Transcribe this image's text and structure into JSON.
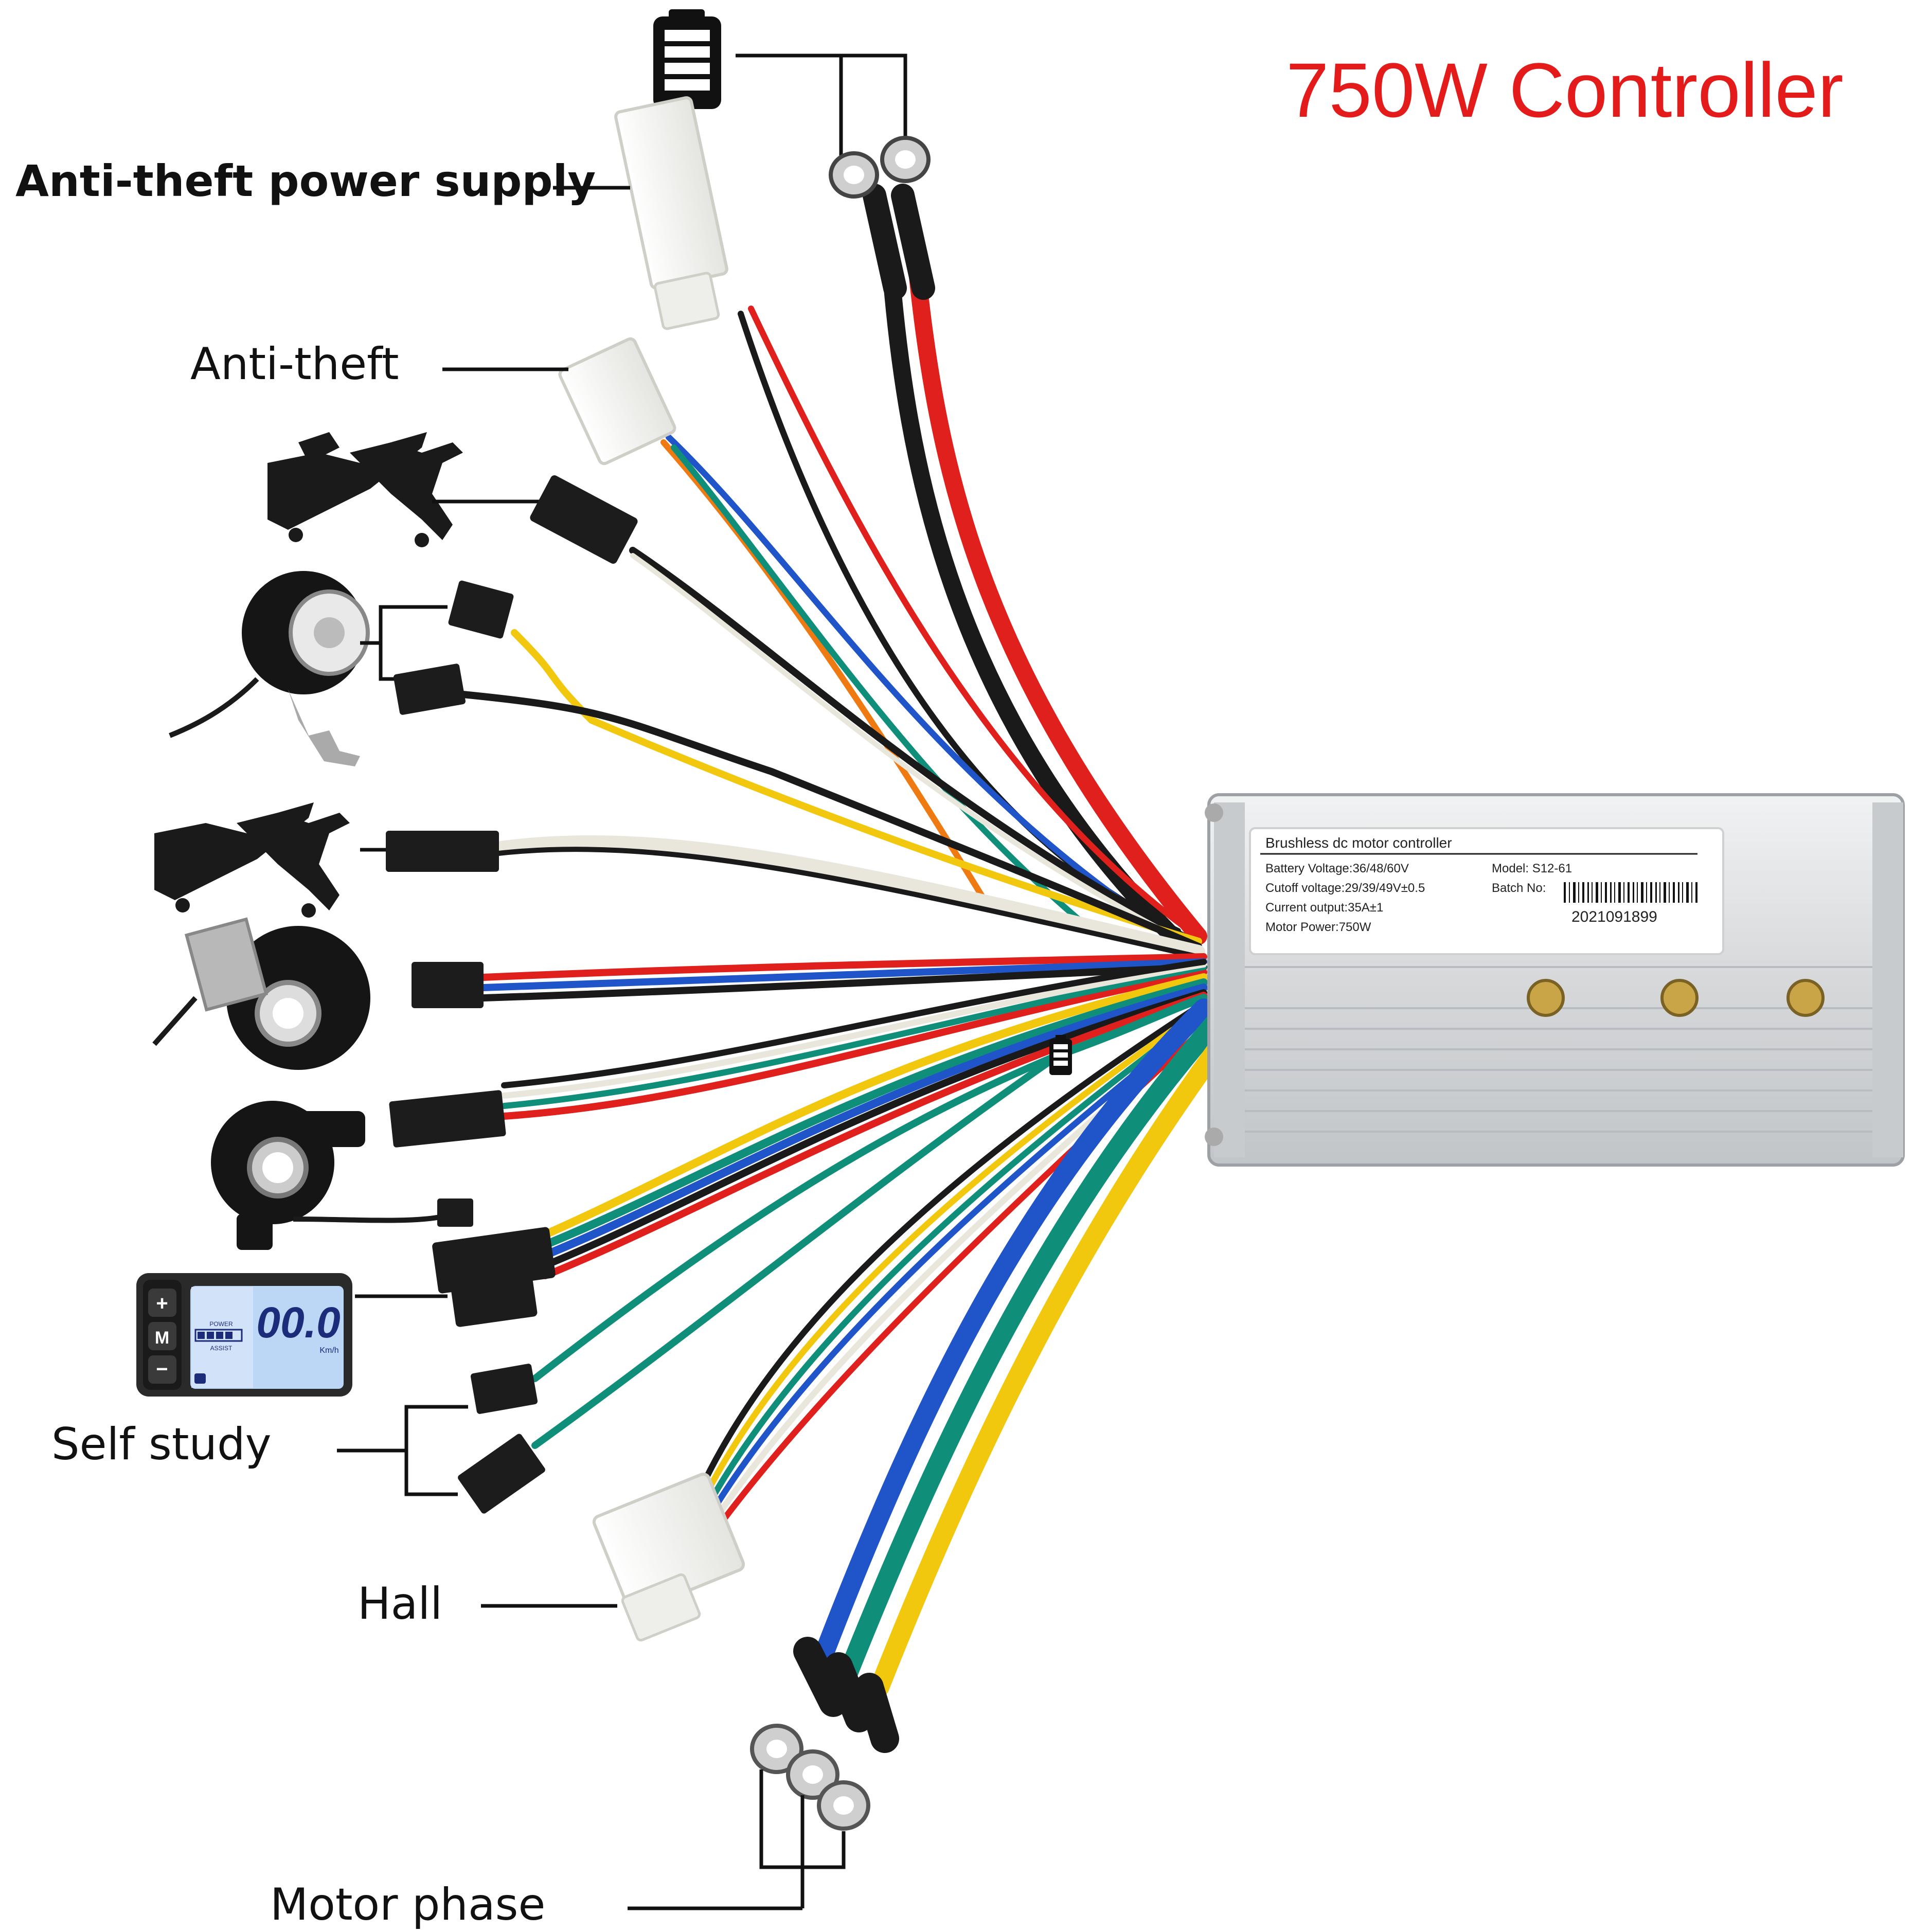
{
  "title": "750W Controller",
  "labels": {
    "anti_theft_power_supply": "Anti-theft power supply",
    "anti_theft": "Anti-theft",
    "self_study": "Self study",
    "hall": "Hall",
    "motor_phase": "Motor phase"
  },
  "sticker": {
    "heading": "Brushless dc motor controller",
    "battery_voltage": "Battery Voltage:36/48/60V",
    "cutoff_voltage": "Cutoff voltage:29/39/49V±0.5",
    "current_output": "Current output:35A±1",
    "motor_power": "Motor Power:750W",
    "model": "Model:  S12-61",
    "batch_label": "Batch No:",
    "batch_number": "2021091899"
  },
  "display": {
    "buttons": [
      "+",
      "M",
      "−"
    ],
    "speed": "00.0",
    "speed_unit": "Km/h",
    "power_label": "POWER",
    "assist_label": "ASSIST"
  },
  "colors": {
    "title": "#e31b1b",
    "wire_red": "#e0201c",
    "wire_black": "#1a1a1a",
    "wire_yellow": "#f2c80f",
    "wire_green": "#0f8f7a",
    "wire_blue": "#1f55c8",
    "wire_white": "#e9e6dc",
    "wire_orange": "#f07a12",
    "controller_body": "#d8dadc"
  }
}
